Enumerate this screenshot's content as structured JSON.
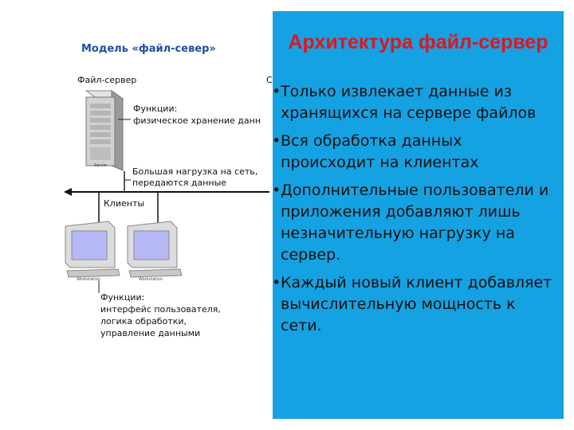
{
  "diagram": {
    "title": "Модель «файл-север»",
    "server_label": "Файл-сервер",
    "server_functions_title": "Функции:",
    "server_functions_text": "физическое хранение данн",
    "network_load_line1": "Большая нагрузка на сеть,",
    "network_load_line2": "передаются данные",
    "clients_label": "Клиенты",
    "client_functions_title": "Функции:",
    "client_functions_items": [
      "интерфейс пользователя,",
      "логика обработки,",
      "управление данными"
    ],
    "server_caption": "Server",
    "workstation_caption": "Workstation",
    "clipped_glyph": "С"
  },
  "panel": {
    "title": "Архитектура файл-сервер",
    "bullets": [
      "Только извлекает данные из хранящихся на сервере файлов",
      "Вся обработка данных происходит на клиентах",
      "Дополнительные пользователи и приложения добавляют лишь незначительную нагрузку на сервер.",
      " Каждый новый клиент добавляет вычислительную мощность к сети."
    ],
    "bullet_glyph": "•",
    "background": "#15a2e2",
    "title_color": "#e8121a"
  }
}
